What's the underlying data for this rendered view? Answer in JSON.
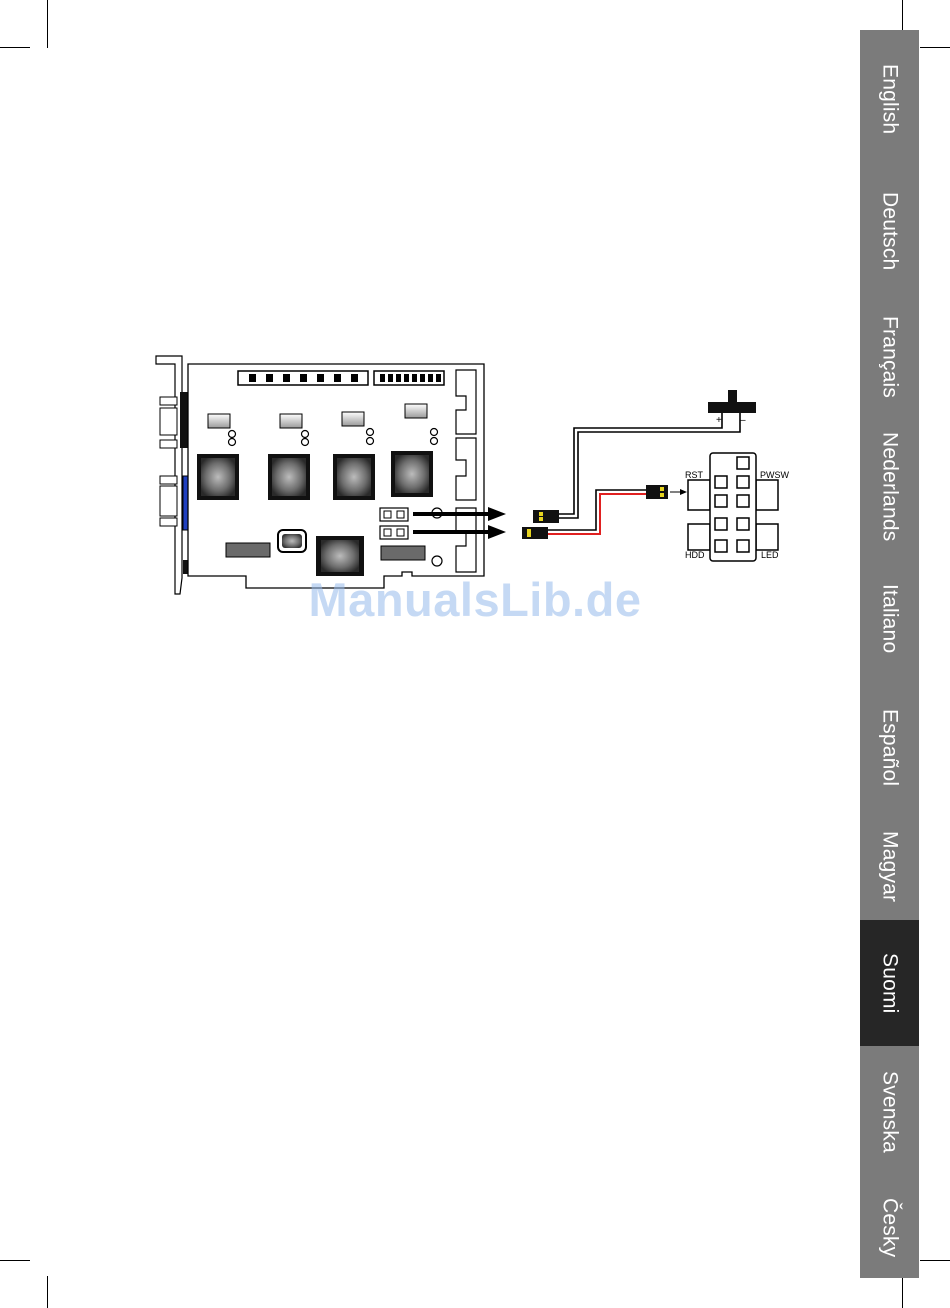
{
  "languages": [
    {
      "label": "English",
      "active": false
    },
    {
      "label": "Deutsch",
      "active": false
    },
    {
      "label": "Français",
      "active": false
    },
    {
      "label": "Nederlands",
      "active": false
    },
    {
      "label": "Italiano",
      "active": false
    },
    {
      "label": "Español",
      "active": false
    },
    {
      "label": "Magyar",
      "active": false
    },
    {
      "label": "Suomi",
      "active": true
    },
    {
      "label": "Svenska",
      "active": false
    },
    {
      "label": "Česky",
      "active": false
    }
  ],
  "diagram": {
    "switch_plus": "+",
    "switch_minus": "–",
    "header_rst": "RST",
    "header_pwsw": "PWSW",
    "header_hdd": "HDD",
    "header_led": "LED"
  },
  "watermark": "ManualsLib.de",
  "colors": {
    "active_tab": "#262626",
    "tab_bg": "#7b7b7b",
    "connector_blue": "#1f3fbf",
    "wire_red": "#e02020",
    "watermark": "#96b9eb"
  }
}
